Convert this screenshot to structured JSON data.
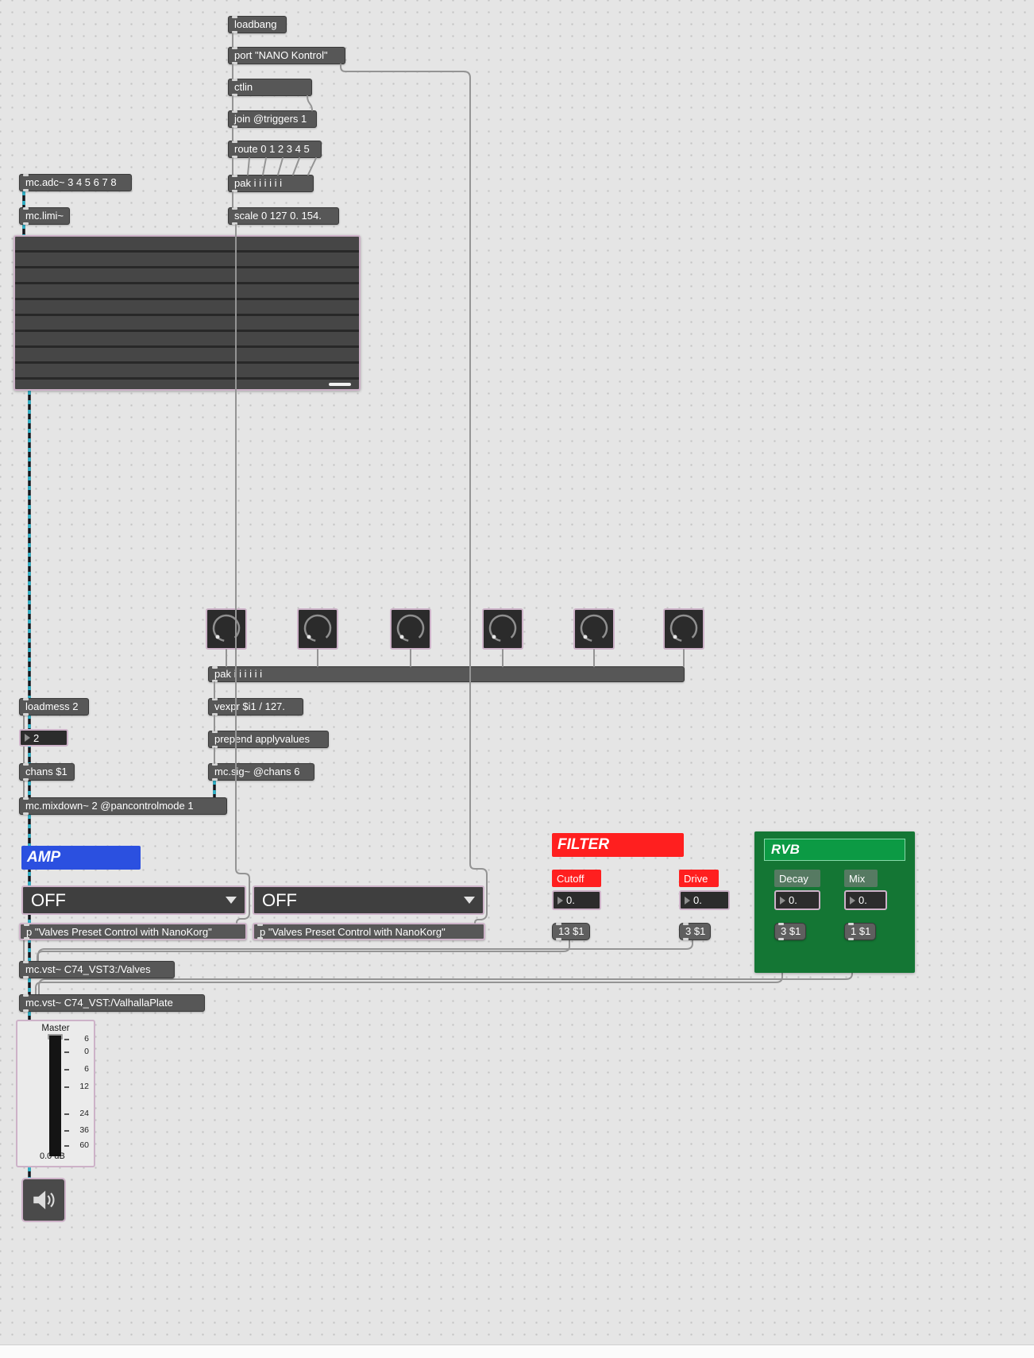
{
  "patcher": {
    "top_chain": {
      "loadbang": "loadbang",
      "port": "port \"NANO Kontrol\"",
      "ctlin": "ctlin",
      "join": "join @triggers 1",
      "route": "route 0 1 2 3 4 5",
      "pak": "pak i i i i i i",
      "scale": "scale 0 127 0. 154."
    },
    "input_chain": {
      "adc": "mc.adc~ 3 4 5 6 7 8",
      "limiter": "mc.limi~"
    },
    "knob_row": {
      "pak_wide": "pak i i i i i i",
      "vexpr": "vexpr $i1 / 127.",
      "prepend": "prepend applyvalues",
      "sig": "mc.sig~ @chans 6"
    },
    "mix_chain": {
      "loadmess": "loadmess 2",
      "number_value": "2",
      "chans": "chans $1",
      "mixdown": "mc.mixdown~ 2 @pancontrolmode 1"
    },
    "amp": {
      "label": "AMP",
      "menu_value": "OFF",
      "menu2_value": "OFF",
      "preset1": "p \"Valves Preset Control with NanoKorg\"",
      "preset2": "p \"Valves Preset Control with NanoKorg\""
    },
    "filter": {
      "label": "FILTER",
      "cutoff_label": "Cutoff",
      "drive_label": "Drive",
      "cutoff_value": "0.",
      "drive_value": "0.",
      "cutoff_msg": "13 $1",
      "drive_msg": "3 $1"
    },
    "rvb": {
      "label": "RVB",
      "decay_label": "Decay",
      "mix_label": "Mix",
      "decay_value": "0.",
      "mix_value": "0.",
      "decay_msg": "3 $1",
      "mix_msg": "1 $1"
    },
    "vst": {
      "valves": "mc.vst~ C74_VST3:/Valves",
      "valhalla": "mc.vst~ C74_VST:/ValhallaPlate"
    },
    "master": {
      "title": "Master",
      "ticks": [
        "6",
        "0",
        "6",
        "12",
        "24",
        "36",
        "60"
      ],
      "db": "0.0 dB"
    },
    "colors": {
      "amp_blue": "#2b50e0",
      "filter_red": "#ff1f1f",
      "rvb_green": "#147634",
      "rvb_header_green": "#0c9a44",
      "mc_cable_cyan": "#2cb1c8",
      "selection_pink": "#cdb2c8",
      "cord_gray": "#949494"
    }
  }
}
